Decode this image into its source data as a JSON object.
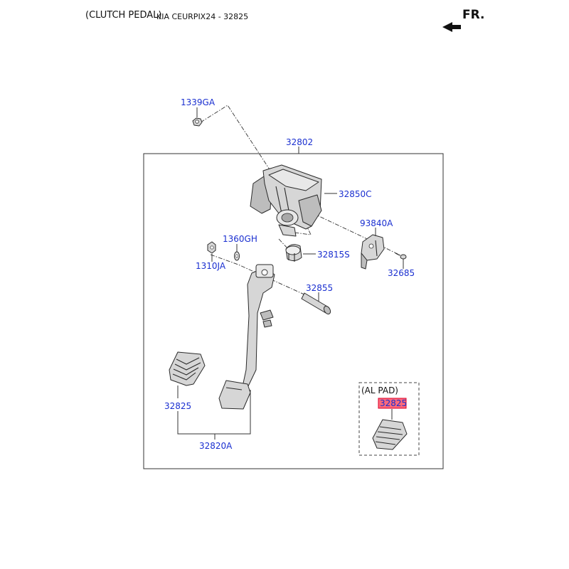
{
  "header": {
    "title": "(CLUTCH PEDAL)",
    "subtitle": "KIA CEURPIX24 - 32825",
    "direction_label": "FR."
  },
  "parts": {
    "p1339GA": "1339GA",
    "p32802": "32802",
    "p32850C": "32850C",
    "p93840A": "93840A",
    "p1360GH": "1360GH",
    "p1310JA": "1310JA",
    "p32815S": "32815S",
    "p32685": "32685",
    "p32855": "32855",
    "p32825": "32825",
    "p32820A": "32820A"
  },
  "inset": {
    "title": "(AL PAD)",
    "part": "32825",
    "highlight_color": "#ff6a7a"
  },
  "colors": {
    "callout": "#1a2fd0",
    "part_fill": "#d6d6d6",
    "outline": "#2a2a2a"
  }
}
